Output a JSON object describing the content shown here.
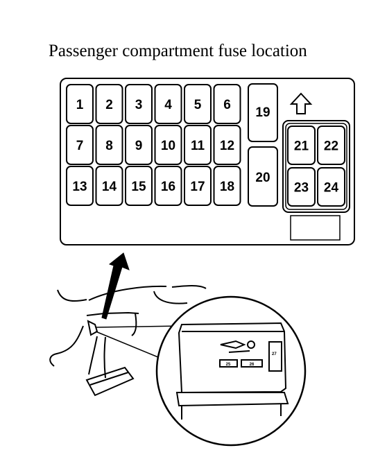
{
  "title": "Passenger compartment fuse location",
  "fuse_box": {
    "fuses_left_grid": [
      [
        "1",
        "2",
        "3",
        "4",
        "5",
        "6"
      ],
      [
        "7",
        "8",
        "9",
        "10",
        "11",
        "12"
      ],
      [
        "13",
        "14",
        "15",
        "16",
        "17",
        "18"
      ]
    ],
    "fuse_tall_top": "19",
    "fuse_tall_bottom": "20",
    "fuses_right_group": [
      [
        "21",
        "22"
      ],
      [
        "23",
        "24"
      ]
    ],
    "arrow_icon": "up-arrow-outline-icon"
  },
  "detail_view": {
    "mini_labels": [
      "25",
      "26",
      "27"
    ]
  }
}
